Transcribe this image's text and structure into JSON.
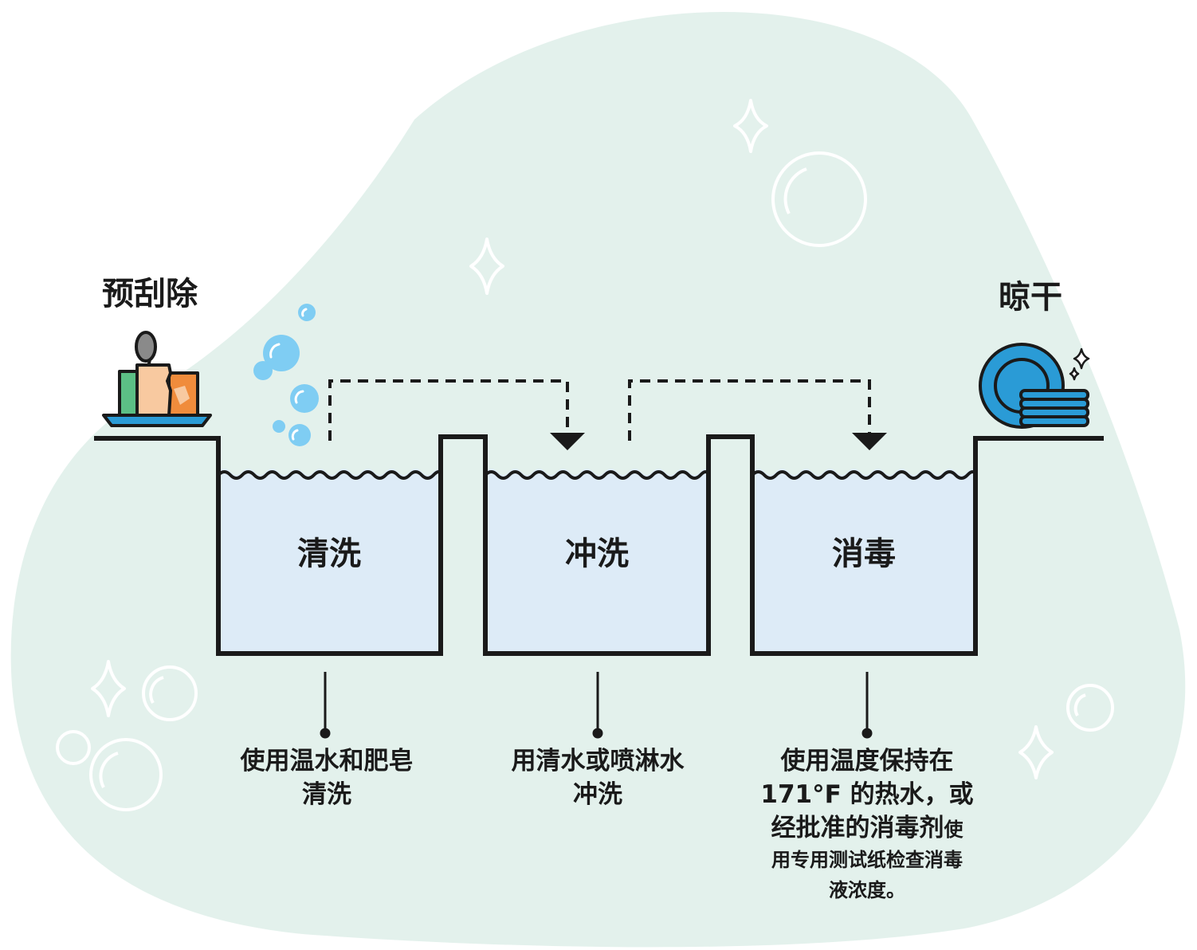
{
  "steps": {
    "prescrape": {
      "label": "预刮除"
    },
    "airdry": {
      "label": "晾干"
    }
  },
  "tanks": [
    {
      "title": "清洗",
      "description": [
        "使用温水和肥皂",
        "清洗"
      ]
    },
    {
      "title": "冲洗",
      "description": [
        "用清水或喷淋水",
        "冲洗"
      ]
    },
    {
      "title": "消毒",
      "description_main": [
        "使用温度保持在",
        "171°F 的热水，或",
        "经批准的消毒剂"
      ],
      "description_tail_inline": "使",
      "description_small": [
        "用专用测试纸检查消毒",
        "液浓度。"
      ]
    }
  ],
  "colors": {
    "blob": "#e3f1ec",
    "water": "#ddebf7",
    "outline": "#1a1a1a",
    "bubble": "#7fcdf3",
    "plate": "#2a9bd6",
    "sparkle": "#ffffff"
  },
  "icons": [
    "dirty-dishes-icon",
    "soap-bubbles-icon",
    "clean-plates-icon",
    "sparkle-icon",
    "bubble-icon",
    "arrow-down-icon"
  ]
}
